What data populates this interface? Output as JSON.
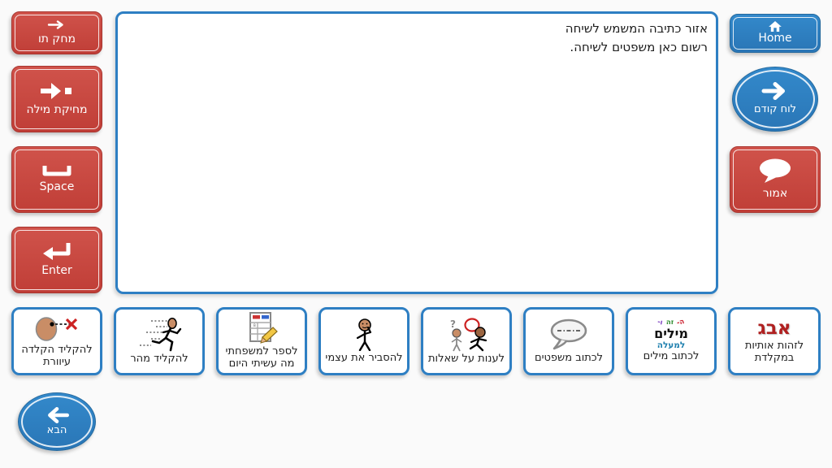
{
  "colors": {
    "button_red": "#c8453e",
    "button_blue": "#2e80c4",
    "outline_blue": "#2e7fc3",
    "abc_red": "#b02020",
    "logo_red": "#cc2230",
    "logo_green": "#2e8b2e",
    "logo_purple": "#7b3fbf",
    "logo_blue": "#1d7fae"
  },
  "left_toolbar": {
    "buttons": [
      {
        "label": "מחק תו",
        "icon": "arrow-right-small-icon"
      },
      {
        "label": "מחיקת מילה",
        "icon": "arrow-right-to-block-icon"
      },
      {
        "label": "Space",
        "icon": "space-bar-icon"
      },
      {
        "label": "Enter",
        "icon": "enter-return-icon"
      }
    ]
  },
  "message_area": {
    "line1": "אזור כתיבה המשמש לשיחה",
    "line2": "רשום כאן משפטים לשיחה."
  },
  "right_toolbar": {
    "home": {
      "label": "Home",
      "icon": "home-icon"
    },
    "previous_board": {
      "label": "לוח קודם",
      "icon": "arrow-right-icon"
    },
    "say": {
      "label": "אמור",
      "icon": "speech-bubble-icon"
    }
  },
  "bottom_row": {
    "buttons": [
      {
        "label": "להקליד הקלדה עיוורת",
        "icon": "blind-typing-icon"
      },
      {
        "label": "להקליד מהר",
        "icon": "running-person-icon"
      },
      {
        "label": "לספר למשפחתי מה עשיתי היום",
        "icon": "form-pencil-icon"
      },
      {
        "label": "להסביר את עצמי",
        "icon": "person-pointing-self-icon"
      },
      {
        "label": "לענות על שאלות",
        "icon": "question-answer-icon",
        "icon_text": "?"
      },
      {
        "label": "לכתוב משפטים",
        "icon": "sentence-bubble-icon"
      },
      {
        "label": "לכתוב מילים",
        "icon": "words-logo-icon",
        "logo": {
          "part1": "ה-",
          "part2": "זה",
          "part3": "ו-",
          "main": "מילים",
          "sub": "למעלה"
        }
      },
      {
        "label": "לזהות אותיות במקלדת",
        "icon": "hebrew-abc-text-icon",
        "text_icon": "אבג"
      }
    ]
  },
  "next_button": {
    "label": "הבא",
    "icon": "arrow-left-icon"
  }
}
